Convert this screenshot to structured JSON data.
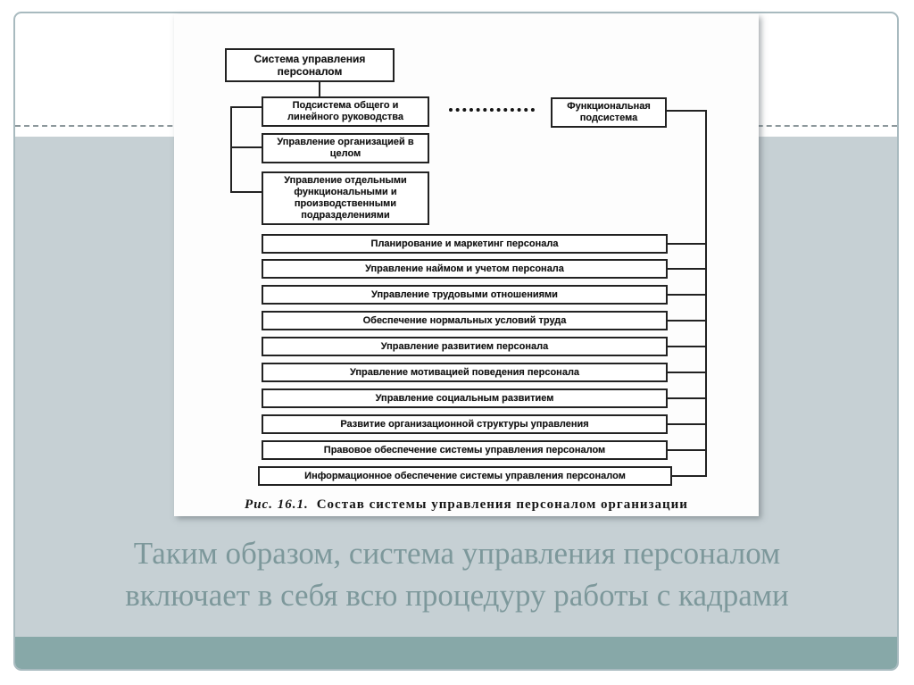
{
  "slide": {
    "summary": {
      "lines": [
        "Таким образом, система управления персоналом",
        "включает в себя всю процедуру работы с кадрами"
      ]
    },
    "colors": {
      "band_gray": "#c6d0d4",
      "band_teal": "#87a8a8",
      "frame_border": "#a8babf",
      "summary_text": "#7d989b",
      "diagram_ink": "#222222"
    }
  },
  "diagram": {
    "root_box": "Система управления персоналом",
    "general_subsystem": "Подсистема общего и линейного руководства",
    "functional_subsystem": "Функциональная подсистема",
    "left_boxes": [
      "Управление организацией в целом",
      "Управление отдельными функциональными и производственными подразделениями"
    ],
    "function_boxes": [
      "Планирование и маркетинг персонала",
      "Управление наймом и учетом персонала",
      "Управление трудовыми отношениями",
      "Обеспечение нормальных условий труда",
      "Управление развитием персонала",
      "Управление мотивацией поведения персонала",
      "Управление социальным развитием",
      "Развитие организационной структуры управления",
      "Правовое обеспечение системы управления персоналом",
      "Информационное обеспечение системы управления персоналом"
    ],
    "caption_prefix": "Рис. 16.1.",
    "caption_text": "Состав системы управления персоналом организации"
  }
}
